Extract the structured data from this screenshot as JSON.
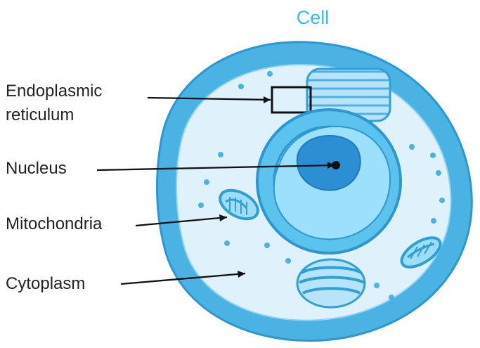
{
  "title": "Cell",
  "labels": {
    "endoplasmic_reticulum_line1": "Endoplasmic",
    "endoplasmic_reticulum_line2": "reticulum",
    "nucleus": "Nucleus",
    "mitochondria": "Mitochondria",
    "cytoplasm": "Cytoplasm"
  },
  "colors": {
    "title": "#3fb6ea",
    "cell_outer": "#4bb3e4",
    "cell_inner": "#dff2fb",
    "nucleus_ring": "#5cc2ee",
    "nucleus_core": "#2d8fd3",
    "line": "#111111"
  }
}
